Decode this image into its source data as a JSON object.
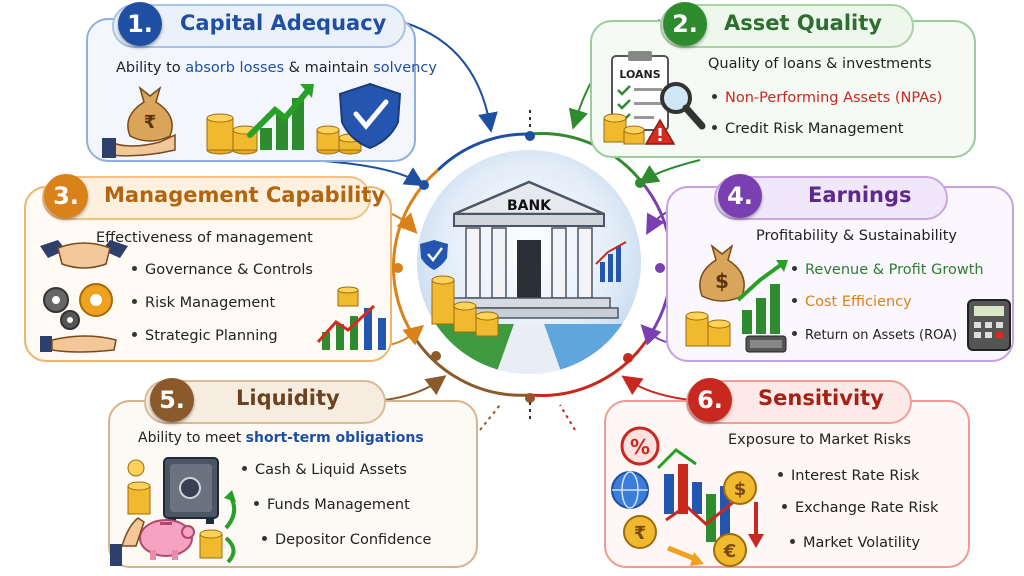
{
  "center": {
    "bank_label": "BANK"
  },
  "colors": {
    "capital": "#1f4fa3",
    "asset": "#2e8b2e",
    "management": "#d9821a",
    "earnings": "#7a3fb0",
    "liquidity": "#8b5a2b",
    "sensitivity": "#c8281e"
  },
  "sections": {
    "capital": {
      "number": "1.",
      "title": "Capital Adequacy",
      "desc": {
        "before": "Ability to ",
        "highlight1": "absorb losses",
        "middle": " & maintain ",
        "highlight2": "solvency"
      }
    },
    "asset": {
      "number": "2.",
      "title": "Asset Quality",
      "desc": "Quality of loans & investments",
      "doc_label": "LOANS",
      "items": [
        "Non-Performing Assets (NPAs)",
        "Credit Risk Management"
      ]
    },
    "management": {
      "number": "3.",
      "title": "Management Capability",
      "desc": "Effectiveness of management",
      "items": [
        "Governance & Controls",
        "Risk Management",
        "Strategic Planning"
      ]
    },
    "earnings": {
      "number": "4.",
      "title": "Earnings",
      "desc": "Profitability & Sustainability",
      "items": [
        "Revenue & Profit Growth",
        "Cost Efficiency",
        "Return on Assets (ROA)"
      ]
    },
    "liquidity": {
      "number": "5.",
      "title": "Liquidity",
      "desc": {
        "before": "Ability to meet ",
        "highlight": "short-term obligations"
      },
      "items": [
        "Cash & Liquid Assets",
        "Funds Management",
        "Depositor Confidence"
      ]
    },
    "sensitivity": {
      "number": "6.",
      "title": "Sensitivity",
      "desc": "Exposure to Market Risks",
      "items": [
        "Interest Rate Risk",
        "Exchange Rate Risk",
        "Market Volatility"
      ]
    }
  },
  "icons": {
    "rupee_symbol": "₹",
    "dollar_symbol": "$",
    "euro_symbol": "€",
    "percent_symbol": "%"
  }
}
